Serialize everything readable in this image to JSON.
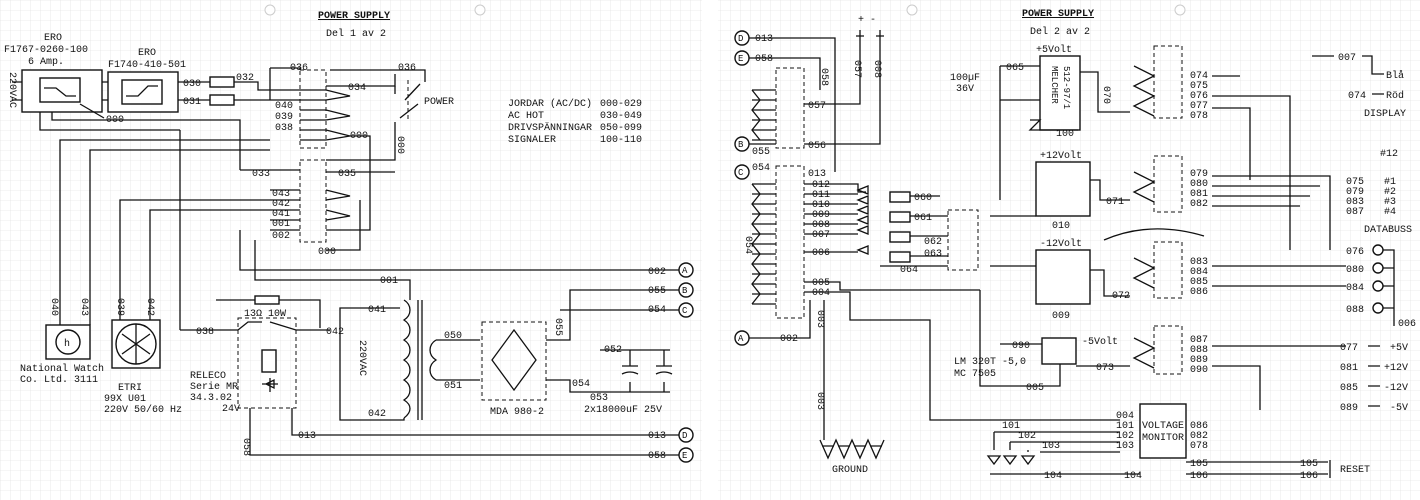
{
  "sheet1": {
    "title": "POWER SUPPLY",
    "subtitle": "Del 1 av 2",
    "ero1_title": "ERO",
    "ero1_part": "F1767-0260-100",
    "ero1_rating": "6 Amp.",
    "ero2_title": "ERO",
    "ero2_part": "F1740-410-501",
    "mains_label": "220VAC",
    "power_label": "POWER",
    "legend": [
      {
        "name": "JORDAR (AC/DC)",
        "range": "000-029"
      },
      {
        "name": "AC HOT",
        "range": "030-049"
      },
      {
        "name": "DRIVSPÄNNINGAR",
        "range": "050-099"
      },
      {
        "name": "SIGNALER",
        "range": "100-110"
      }
    ],
    "watch_label1": "National Watch",
    "watch_label2": "Co. Ltd.  3111",
    "watch_symbol": "h",
    "fan_label1": "ETRI",
    "fan_label2": "99X U01",
    "fan_label3": "220V 50/60 Hz",
    "relay_label1": "RELECO",
    "relay_label2": "Serie MR",
    "relay_label3": "34.3.02",
    "relay_label4": "24V",
    "resistor_label": "13Ω 10W",
    "transformer_label": "220VAC",
    "bridge_label": "MDA 980-2",
    "caps_label": "2x18000uF 25V",
    "wires": [
      "000",
      "030",
      "031",
      "032",
      "036",
      "034",
      "040",
      "039",
      "038",
      "033",
      "035",
      "043",
      "042",
      "041",
      "001",
      "002",
      "050",
      "051",
      "052",
      "054",
      "053",
      "055",
      "013",
      "058"
    ],
    "connectors": [
      "A",
      "B",
      "C",
      "D",
      "E"
    ]
  },
  "sheet2": {
    "title": "POWER SUPPLY",
    "subtitle": "Del 2 av 2",
    "reg5_label": "+5Volt",
    "reg5_part": "MELCHER",
    "reg5_model": "512-97/1",
    "cap_label1": "100µF",
    "cap_label2": "36V",
    "reg12_label": "+12Volt",
    "regn12_label": "-12Volt",
    "regn5_label": "-5Volt",
    "regn5_part1": "LM 320T -5,0",
    "regn5_part2": "MC 7505",
    "monitor_label1": "VOLTAGE",
    "monitor_label2": "MONITOR",
    "ground_label": "GROUND",
    "display_label": "DISPLAY",
    "display_bla": "Blå",
    "display_rod": "Röd",
    "databuss_label": "DATABUSS",
    "databuss_pins": [
      "#12",
      "#1",
      "#2",
      "#3",
      "#4"
    ],
    "reset_label": "RESET",
    "outputs": [
      "+5V",
      "+12V",
      "-12V",
      "-5V"
    ],
    "wires": [
      "013",
      "058",
      "057",
      "056",
      "054",
      "012",
      "011",
      "010",
      "009",
      "008",
      "007",
      "006",
      "005",
      "004",
      "003",
      "002",
      "055",
      "060",
      "061",
      "062",
      "063",
      "064",
      "065",
      "070",
      "071",
      "072",
      "073",
      "074",
      "075",
      "076",
      "077",
      "078",
      "079",
      "080",
      "081",
      "082",
      "083",
      "084",
      "085",
      "086",
      "087",
      "088",
      "089",
      "090",
      "100",
      "101",
      "102",
      "103",
      "104",
      "105",
      "106"
    ],
    "connectors": [
      "D",
      "E",
      "B",
      "C",
      "A"
    ]
  },
  "colors": {
    "ink": "#111111",
    "grid": "#d9d9d9",
    "paper": "#ffffff"
  }
}
